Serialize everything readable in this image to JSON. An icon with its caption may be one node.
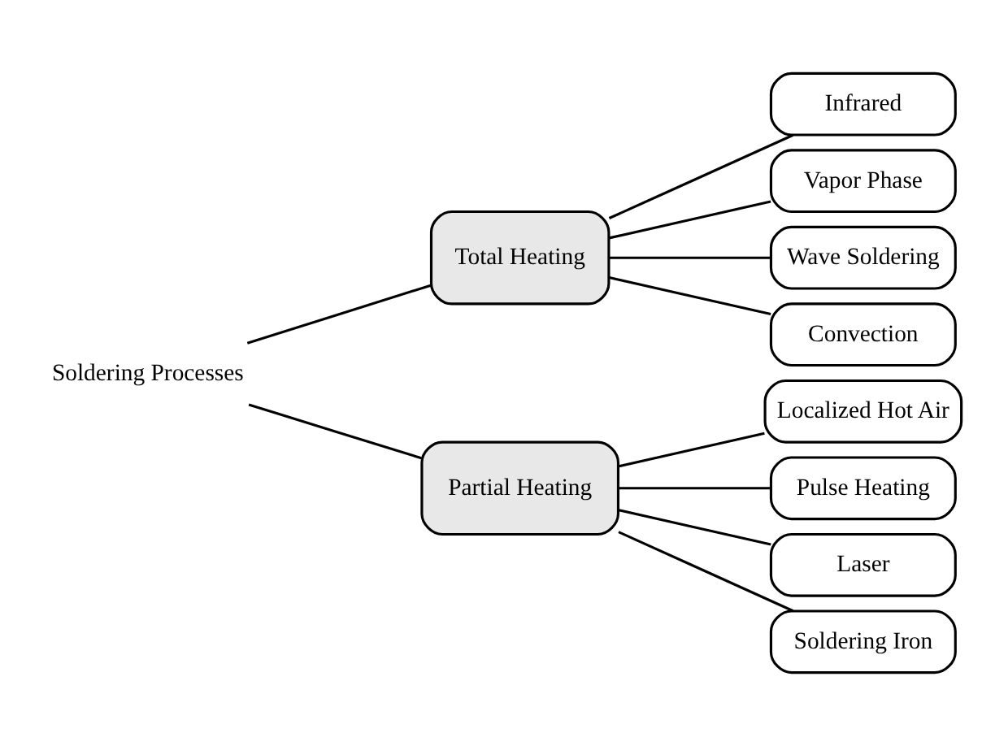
{
  "diagram": {
    "nodes": [
      {
        "text": [
          "Soldering Processes"
        ]
      },
      {
        "text": [
          "Total Heating"
        ]
      },
      {
        "text": [
          "Partial Heating"
        ]
      },
      {
        "text": [
          "Infrared"
        ]
      },
      {
        "text": [
          "Vapor Phase"
        ]
      },
      {
        "text": [
          "Wave Soldering"
        ]
      },
      {
        "text": [
          "Convection"
        ]
      },
      {
        "text": [
          "Localized Hot Air"
        ]
      },
      {
        "text": [
          "Pulse Heating"
        ]
      },
      {
        "text": [
          "Laser"
        ]
      },
      {
        "text": [
          "Soldering Iron"
        ]
      }
    ],
    "edges": [
      {
        "from": 0,
        "to": 1,
        "arrow": "none"
      },
      {
        "from": 0,
        "to": 2,
        "arrow": "none"
      },
      {
        "from": 1,
        "to": 3,
        "arrow": "none"
      },
      {
        "from": 1,
        "to": 4,
        "arrow": "none"
      },
      {
        "from": 1,
        "to": 5,
        "arrow": "none"
      },
      {
        "from": 1,
        "to": 6,
        "arrow": "none"
      },
      {
        "from": 2,
        "to": 7,
        "arrow": "none"
      },
      {
        "from": 2,
        "to": 8,
        "arrow": "none"
      },
      {
        "from": 2,
        "to": 9,
        "arrow": "none"
      },
      {
        "from": 2,
        "to": 10,
        "arrow": "none"
      }
    ]
  }
}
